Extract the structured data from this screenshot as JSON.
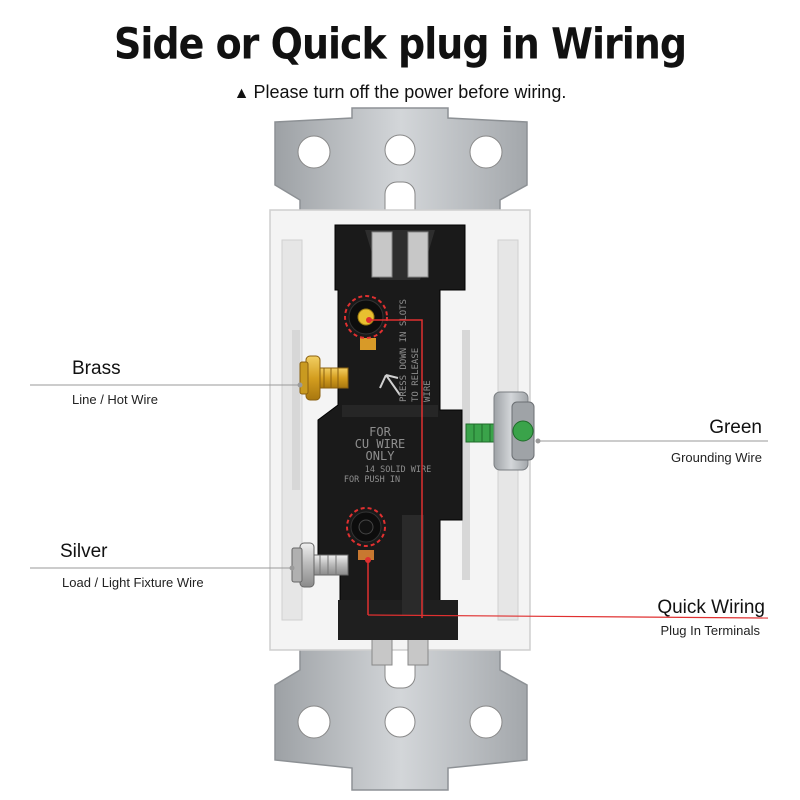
{
  "header": {
    "title": "Side or Quick plug in Wiring",
    "warning": "Please turn off the power before wiring."
  },
  "callouts": {
    "brass": {
      "label": "Brass",
      "sub": "Line / Hot Wire"
    },
    "green": {
      "label": "Green",
      "sub": "Grounding Wire"
    },
    "silver": {
      "label": "Silver",
      "sub": "Load / Light Fixture Wire"
    },
    "quick": {
      "label": "Quick Wiring",
      "sub": "Plug In Terminals"
    }
  },
  "switch_text": {
    "press_1": "PRESS DOWN IN SLOTS",
    "press_2": "TO RELEASE",
    "press_3": "WIRE",
    "for": "FOR",
    "cu_wire": "CU WIRE",
    "only": "ONLY",
    "solid": "14 SOLID WIRE",
    "push": "FOR PUSH IN"
  },
  "colors": {
    "plate": "#b9bcbf",
    "body": "#1a1a1a",
    "brass": "#d9a520",
    "silver": "#c8c8c8",
    "ground": "#3aa34a",
    "red_line": "#e03030"
  },
  "icons": {
    "warning": "warning-triangle-icon"
  }
}
